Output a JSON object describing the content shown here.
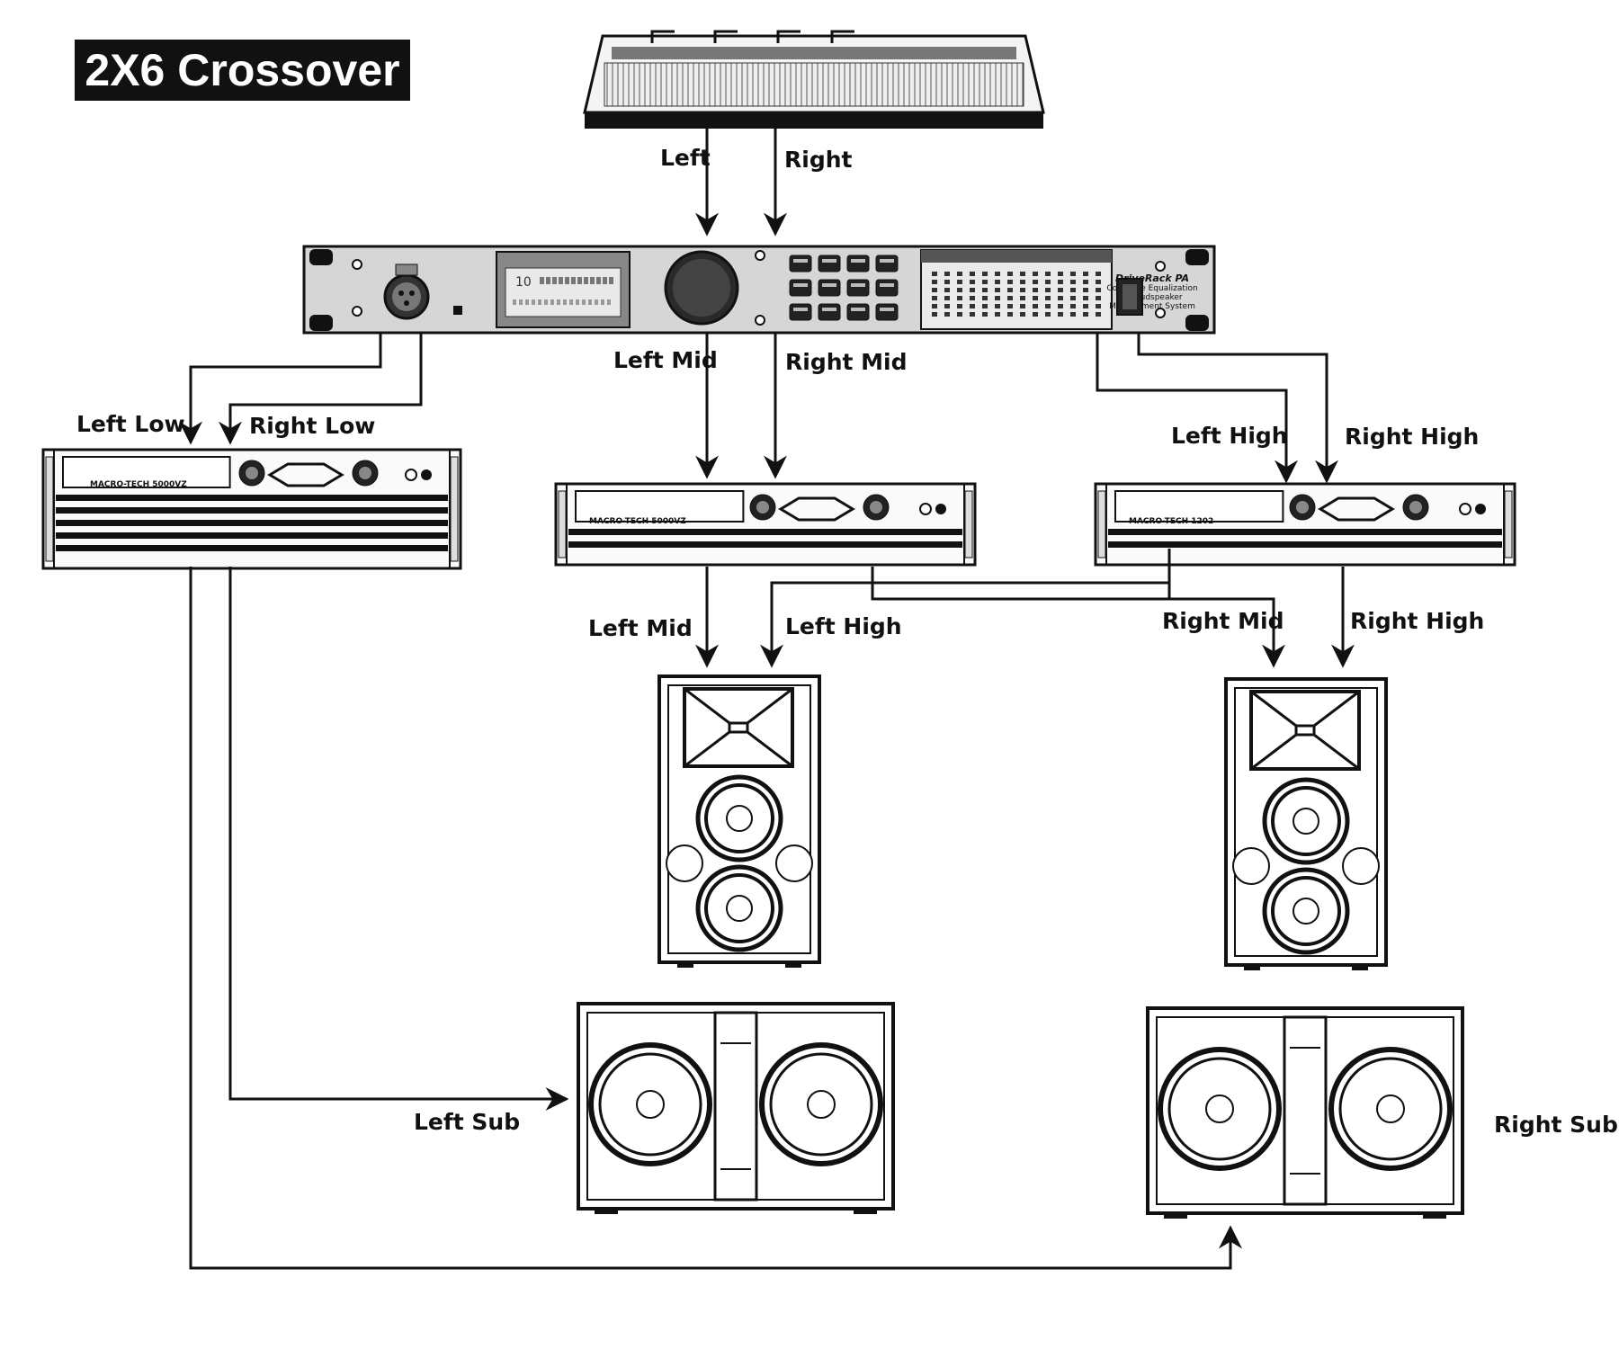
{
  "title": "2X6 Crossover",
  "mixer_outputs": {
    "left": "Left",
    "right": "Right"
  },
  "processor": {
    "brand_line1": "DriveRack PA",
    "brand_line2": "Complete Equalization",
    "brand_line3": "& Loudspeaker",
    "brand_line4": "Management System",
    "display_value": "10"
  },
  "processor_outputs": {
    "left_low": "Left Low",
    "right_low": "Right Low",
    "left_mid": "Left Mid",
    "right_mid": "Right Mid",
    "left_high": "Left High",
    "right_high": "Right High"
  },
  "amplifiers": {
    "low": "MACRO-TECH 5000VZ",
    "mid": "MACRO-TECH 5000VZ",
    "high": "MACRO-TECH 1202"
  },
  "amp_outputs": {
    "left_mid": "Left Mid",
    "left_high": "Left High",
    "right_mid": "Right Mid",
    "right_high": "Right High",
    "left_sub": "Left Sub",
    "right_sub": "Right Sub"
  }
}
